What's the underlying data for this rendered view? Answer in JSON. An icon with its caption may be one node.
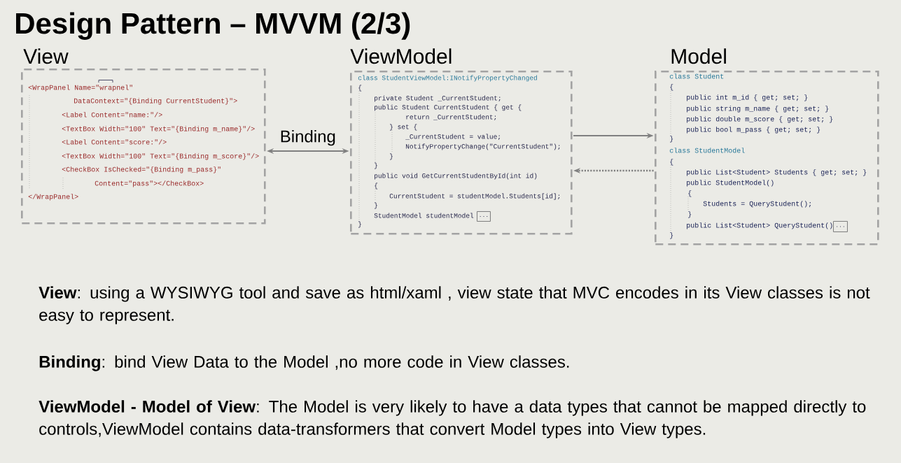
{
  "diagram": {
    "title": "Design Pattern – MVVM (2/3)",
    "nodes": [
      {
        "text": [
          "View",
          "<WrapPanel Name=\"wrapnel\"",
          "DataContext=\"{Binding CurrentStudent}\">",
          "<Label Content=\"name:\"/>",
          "<TextBox Width=\"100\" Text=\"{Binding m_name}\"/>",
          "<Label Content=\"score:\"/>",
          "<TextBox Width=\"100\" Text=\"{Binding m_score}\"/>",
          "<CheckBox IsChecked=\"{Binding m_pass}\"",
          "Content=\"pass\"></CheckBox>",
          "</WrapPanel>"
        ]
      },
      {
        "text": [
          "ViewModel",
          "class StudentViewModel:INotifyPropertyChanged",
          "{",
          "private Student _CurrentStudent;",
          "public Student CurrentStudent { get {",
          "return _CurrentStudent;",
          "} set {",
          "_CurrentStudent = value;",
          "NotifyPropertyChange(\"CurrentStudent\");",
          "}",
          "}",
          "public void GetCurrentStudentById(int id)",
          "{",
          "CurrentStudent = studentModel.Students[id];",
          "}",
          "StudentModel studentModel",
          "}"
        ]
      },
      {
        "text": [
          "..."
        ],
        "in": 1
      },
      {
        "text": [
          "Model",
          "class Student",
          "{",
          "public int m_id { get; set; }",
          "public string m_name { get; set; }",
          "public double m_score { get; set; }",
          "public bool m_pass { get; set; }",
          "}",
          "class StudentModel",
          "{",
          "public List<Student> Students { get; set; }",
          "public StudentModel()",
          "{",
          "Students = QueryStudent();",
          "}",
          "public List<Student> QueryStudent()",
          "}"
        ]
      },
      {
        "text": [
          "..."
        ],
        "in": 3
      }
    ],
    "edges": [
      {
        "from": 0,
        "to": 1,
        "arrow": "both",
        "label": "Binding"
      },
      {
        "from": 1,
        "to": 3,
        "arrow": "to"
      },
      {
        "from": 3,
        "to": 1,
        "arrow": "to",
        "style": "dashed"
      }
    ],
    "labels": [
      "**View**: using a WYSIWYG tool and save as html/xaml , view state that MVC encodes in its View classes is not easy to represent.",
      "**Binding**: bind View Data to the Model ,no more code in View classes.",
      "**ViewModel - Model of View**: The Model is very likely to have a data types that cannot be mapped directly to controls,ViewModel contains data-transformers that convert Model types into View types."
    ]
  }
}
